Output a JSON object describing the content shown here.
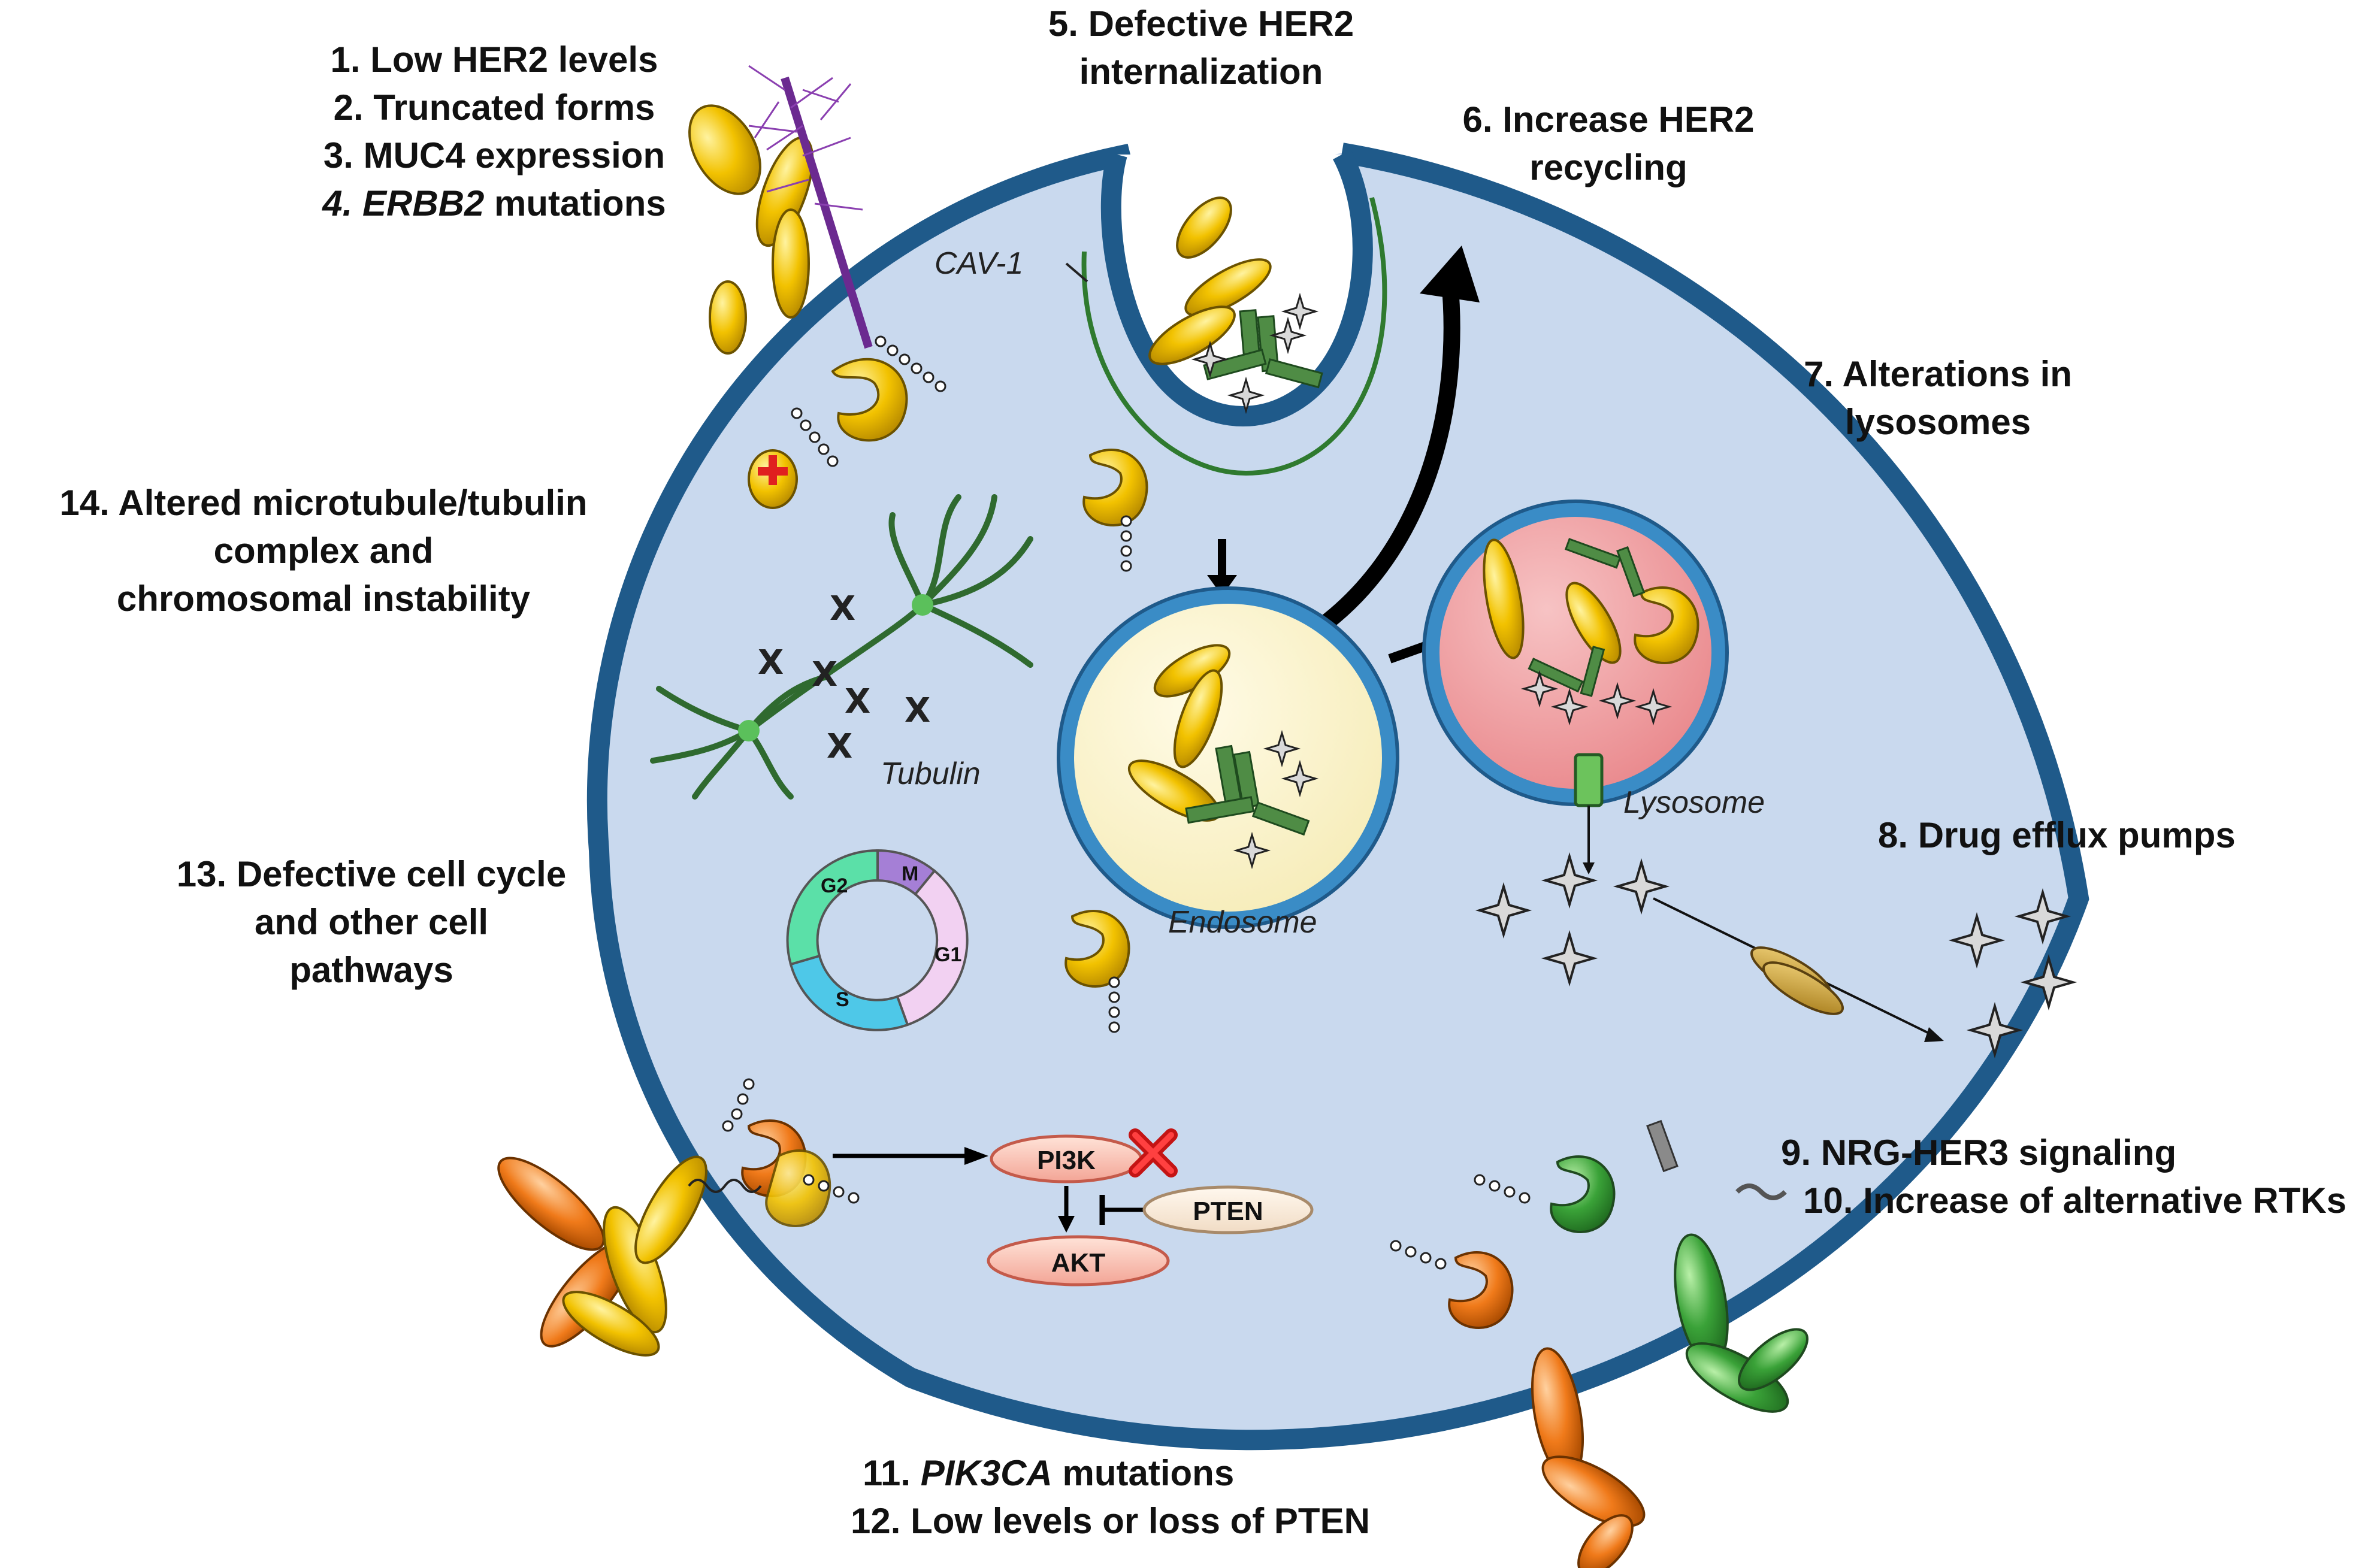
{
  "labels": {
    "m1": "1. Low HER2 levels",
    "m2": "2. Truncated forms",
    "m3": "3. MUC4 expression",
    "m4_italic": "4. ERBB2",
    "m4_rest": " mutations",
    "m5_line1": "5. Defective HER2",
    "m5_line2": "internalization",
    "m6_line1": "6. Increase HER2",
    "m6_line2": "recycling",
    "m7_line1": "7. Alterations in",
    "m7_line2": "lysosomes",
    "m8": "8. Drug efflux pumps",
    "m9": "9. NRG-HER3 signaling",
    "m10": "10. Increase of alternative RTKs",
    "m11_num": "11. ",
    "m11_italic": "PIK3CA",
    "m11_rest": " mutations",
    "m12": "12. Low levels or loss of PTEN",
    "m13_line1": "13. Defective cell cycle",
    "m13_line2": "and other cell",
    "m13_line3": "pathways",
    "m14_line1": "14. Altered microtubule/tubulin",
    "m14_line2": "complex and",
    "m14_line3": "chromosomal instability"
  },
  "tags": {
    "cav1": "CAV-1",
    "tubulin": "Tubulin",
    "endosome": "Endosome",
    "lysosome": "Lysosome"
  },
  "nodes": {
    "pi3k": "PI3K",
    "pten": "PTEN",
    "akt": "AKT"
  },
  "cell_cycle": {
    "g2": "G2",
    "m": "M",
    "g1": "G1",
    "s": "S"
  },
  "colors": {
    "membrane": "#1f5a8a",
    "cytoplasm": "#c9d9ee",
    "her2_yellow": "#f2c200",
    "her3_orange": "#f07a1a",
    "rtk_green": "#3aa238",
    "antibody_green": "#3d7a3a",
    "endosome_fill": "#fbf6d2",
    "lysosome_fill": "#f0a3a6",
    "mucin_purple": "#8a3fb0",
    "inhibit_red": "#e0201f"
  }
}
